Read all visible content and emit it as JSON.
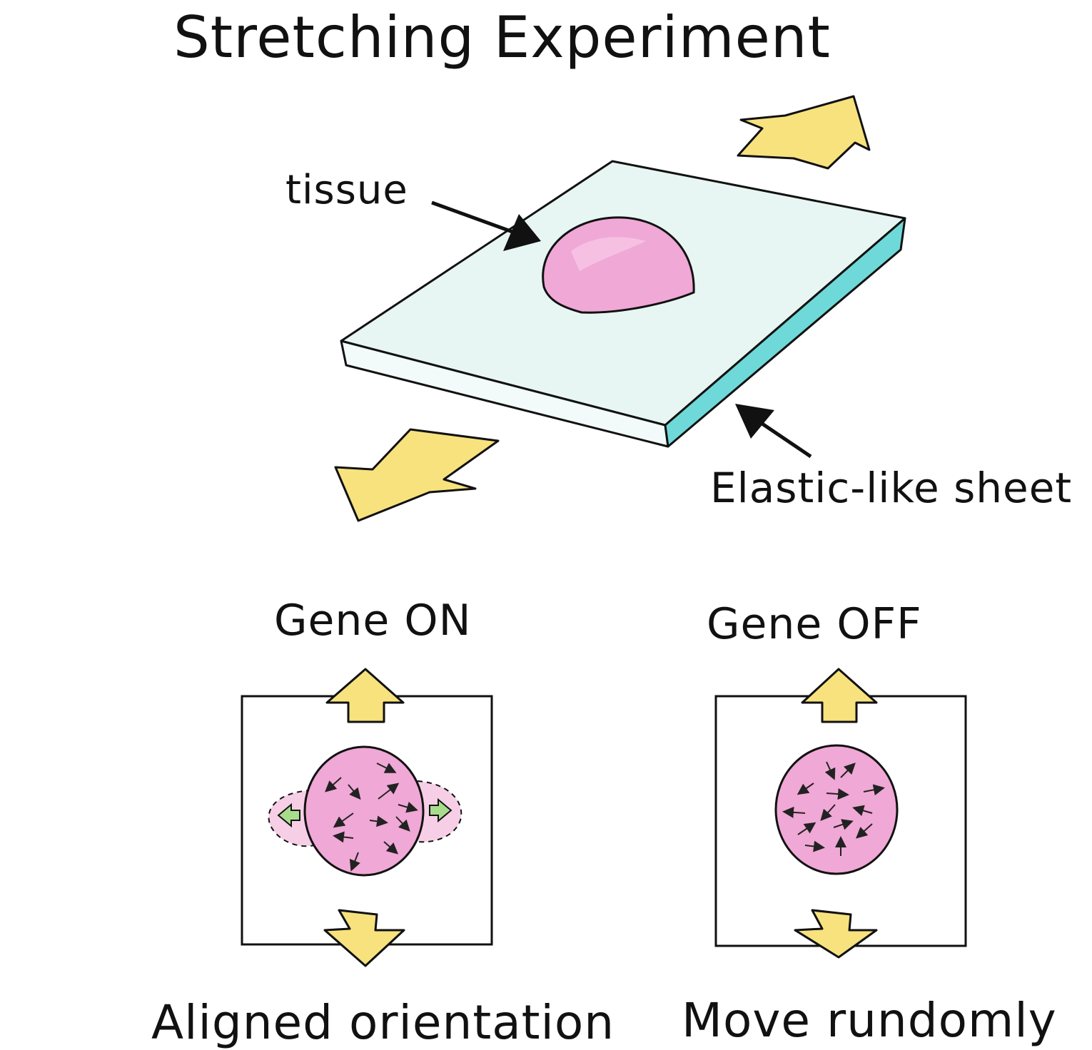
{
  "title": "Stretching Experiment",
  "labels": {
    "tissue": "tissue",
    "sheet": "Elastic-like sheet"
  },
  "panels": [
    {
      "heading": "Gene ON",
      "caption": "Aligned orientation"
    },
    {
      "heading": "Gene OFF",
      "caption": "Move rundomly"
    }
  ],
  "colors": {
    "sheet_top": "#e7f6f2",
    "sheet_side": "#6fd9d9",
    "tissue": "#f0a8d6",
    "stretch_arrow": "#f7e27e",
    "protrusion_arrow": "#a8dc8c",
    "outline": "#111111"
  }
}
